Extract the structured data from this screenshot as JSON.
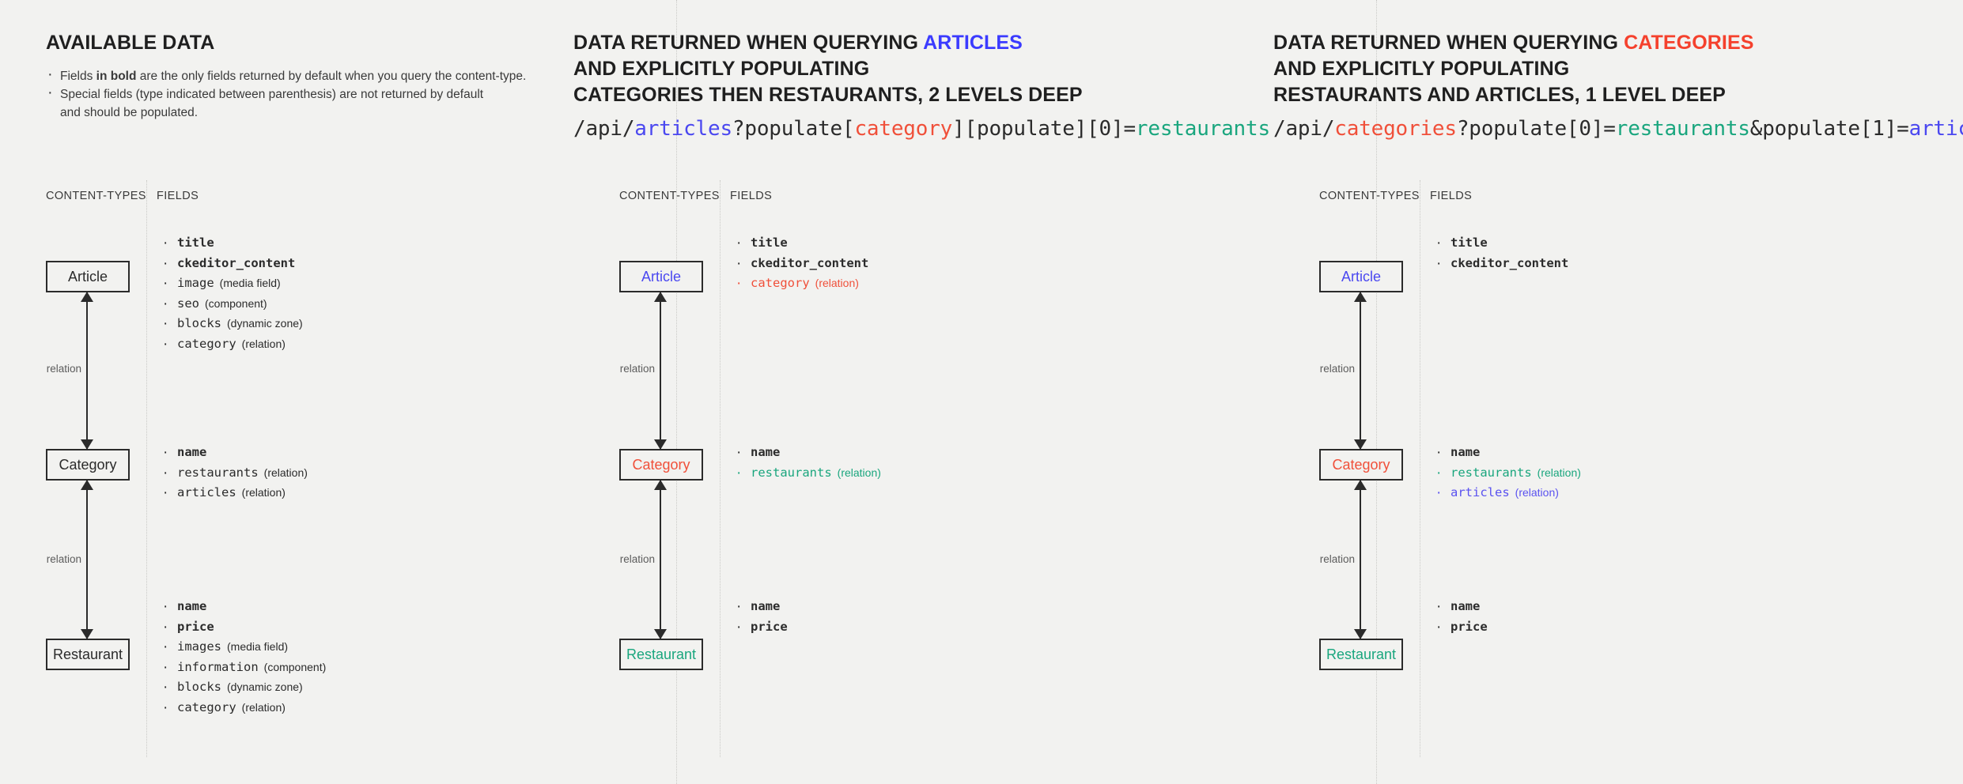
{
  "background_color": "#f2f2f0",
  "accents": {
    "articles_blue": "#4b48f0",
    "categories_red": "#f0503a",
    "restaurants_teal": "#1aa67e",
    "ink": "#2b2b2b"
  },
  "column_labels": {
    "content_types": "CONTENT-TYPES",
    "fields": "FIELDS"
  },
  "relation_label": "relation",
  "panels": [
    {
      "id": "available-data",
      "heading": {
        "line1_plain": "AVAILABLE DATA"
      },
      "notes": [
        {
          "pre": "Fields ",
          "bold": "in bold",
          "post": " are the only fields returned by default when you query the content-type."
        },
        {
          "pre": "Special fields (type indicated between parenthesis) are not returned by default",
          "bold": "",
          "post": ""
        },
        {
          "pre": "and should be populated.",
          "bold": "",
          "post": ""
        }
      ],
      "api_path": null,
      "boxes": [
        {
          "label": "Article",
          "color": "default"
        },
        {
          "label": "Category",
          "color": "default"
        },
        {
          "label": "Restaurant",
          "color": "default"
        }
      ],
      "fields": {
        "article": [
          {
            "name": "title",
            "type": "",
            "bold": true,
            "color": "default"
          },
          {
            "name": "ckeditor_content",
            "type": "",
            "bold": true,
            "color": "default"
          },
          {
            "name": "image",
            "type": "(media field)",
            "bold": false,
            "color": "default"
          },
          {
            "name": "seo",
            "type": "(component)",
            "bold": false,
            "color": "default"
          },
          {
            "name": "blocks",
            "type": "(dynamic zone)",
            "bold": false,
            "color": "default"
          },
          {
            "name": "category",
            "type": "(relation)",
            "bold": false,
            "color": "default"
          }
        ],
        "category": [
          {
            "name": "name",
            "type": "",
            "bold": true,
            "color": "default"
          },
          {
            "name": "restaurants",
            "type": "(relation)",
            "bold": false,
            "color": "default"
          },
          {
            "name": "articles",
            "type": "(relation)",
            "bold": false,
            "color": "default"
          }
        ],
        "restaurant": [
          {
            "name": "name",
            "type": "",
            "bold": true,
            "color": "default"
          },
          {
            "name": "price",
            "type": "",
            "bold": true,
            "color": "default"
          },
          {
            "name": "images",
            "type": "(media field)",
            "bold": false,
            "color": "default"
          },
          {
            "name": "information",
            "type": "(component)",
            "bold": false,
            "color": "default"
          },
          {
            "name": "blocks",
            "type": "(dynamic zone)",
            "bold": false,
            "color": "default"
          },
          {
            "name": "category",
            "type": "(relation)",
            "bold": false,
            "color": "default"
          }
        ]
      }
    },
    {
      "id": "querying-articles",
      "heading": {
        "line1_pre": "DATA RETURNED WHEN QUERYING ",
        "line1_accent": "ARTICLES",
        "line1_accent_color": "blue",
        "line2": "AND EXPLICITLY POPULATING",
        "line3": "CATEGORIES THEN RESTAURANTS, 2 LEVELS DEEP"
      },
      "api_path": [
        {
          "text": "/api/",
          "tok": "plain"
        },
        {
          "text": "articles",
          "tok": "blue"
        },
        {
          "text": "?populate[",
          "tok": "plain"
        },
        {
          "text": "category",
          "tok": "red"
        },
        {
          "text": "][populate][0]=",
          "tok": "plain"
        },
        {
          "text": "restaurants",
          "tok": "teal"
        }
      ],
      "boxes": [
        {
          "label": "Article",
          "color": "blue"
        },
        {
          "label": "Category",
          "color": "red"
        },
        {
          "label": "Restaurant",
          "color": "teal"
        }
      ],
      "fields": {
        "article": [
          {
            "name": "title",
            "type": "",
            "bold": true,
            "color": "default"
          },
          {
            "name": "ckeditor_content",
            "type": "",
            "bold": true,
            "color": "default"
          },
          {
            "name": "category",
            "type": "(relation)",
            "bold": false,
            "color": "red"
          }
        ],
        "category": [
          {
            "name": "name",
            "type": "",
            "bold": true,
            "color": "default"
          },
          {
            "name": "restaurants",
            "type": "(relation)",
            "bold": false,
            "color": "teal"
          }
        ],
        "restaurant": [
          {
            "name": "name",
            "type": "",
            "bold": true,
            "color": "default"
          },
          {
            "name": "price",
            "type": "",
            "bold": true,
            "color": "default"
          }
        ]
      }
    },
    {
      "id": "querying-categories",
      "heading": {
        "line1_pre": "DATA RETURNED WHEN QUERYING ",
        "line1_accent": "CATEGORIES",
        "line1_accent_color": "red",
        "line2": "AND EXPLICITLY POPULATING",
        "line3": "RESTAURANTS AND ARTICLES, 1 LEVEL DEEP"
      },
      "api_path": [
        {
          "text": "/api/",
          "tok": "plain"
        },
        {
          "text": "categories",
          "tok": "red"
        },
        {
          "text": "?populate[0]=",
          "tok": "plain"
        },
        {
          "text": "restaurants",
          "tok": "teal"
        },
        {
          "text": "&populate[1]=",
          "tok": "plain"
        },
        {
          "text": "articles",
          "tok": "blue"
        }
      ],
      "boxes": [
        {
          "label": "Article",
          "color": "blue"
        },
        {
          "label": "Category",
          "color": "red"
        },
        {
          "label": "Restaurant",
          "color": "teal"
        }
      ],
      "fields": {
        "article": [
          {
            "name": "title",
            "type": "",
            "bold": true,
            "color": "default"
          },
          {
            "name": "ckeditor_content",
            "type": "",
            "bold": true,
            "color": "default"
          }
        ],
        "category": [
          {
            "name": "name",
            "type": "",
            "bold": true,
            "color": "default"
          },
          {
            "name": "restaurants",
            "type": "(relation)",
            "bold": false,
            "color": "teal"
          },
          {
            "name": "articles",
            "type": "(relation)",
            "bold": false,
            "color": "blue"
          }
        ],
        "restaurant": [
          {
            "name": "name",
            "type": "",
            "bold": true,
            "color": "default"
          },
          {
            "name": "price",
            "type": "",
            "bold": true,
            "color": "default"
          }
        ]
      }
    }
  ]
}
